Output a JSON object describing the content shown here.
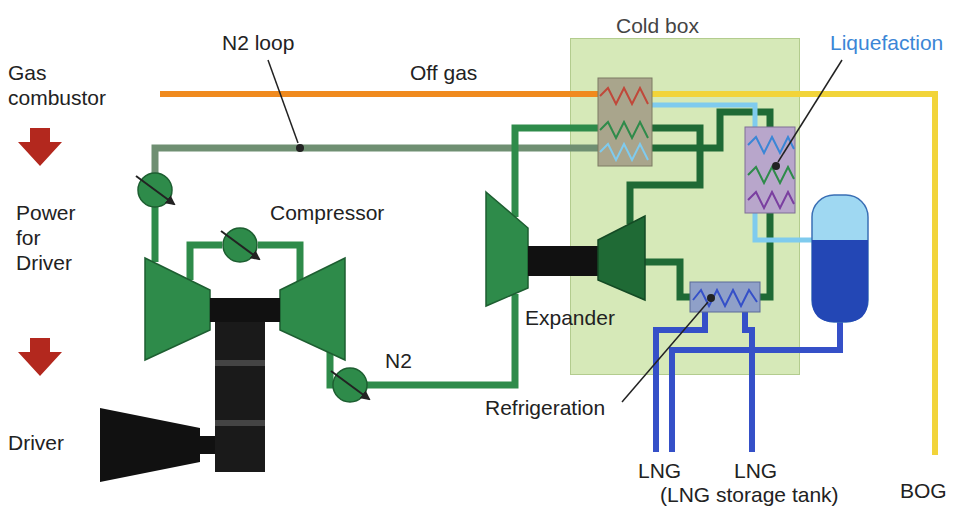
{
  "diagram": {
    "nodes": [
      {
        "text": [
          "Cold box"
        ]
      }
    ],
    "labels": [
      "N2 loop",
      "Off gas",
      "Liquefaction",
      "Gas combustor",
      "Compressor",
      "Power for Driver",
      "Expander",
      "N2",
      "Refrigeration",
      "Driver",
      "LNG",
      "LNG",
      "(LNG storage tank)",
      "BOG"
    ]
  }
}
